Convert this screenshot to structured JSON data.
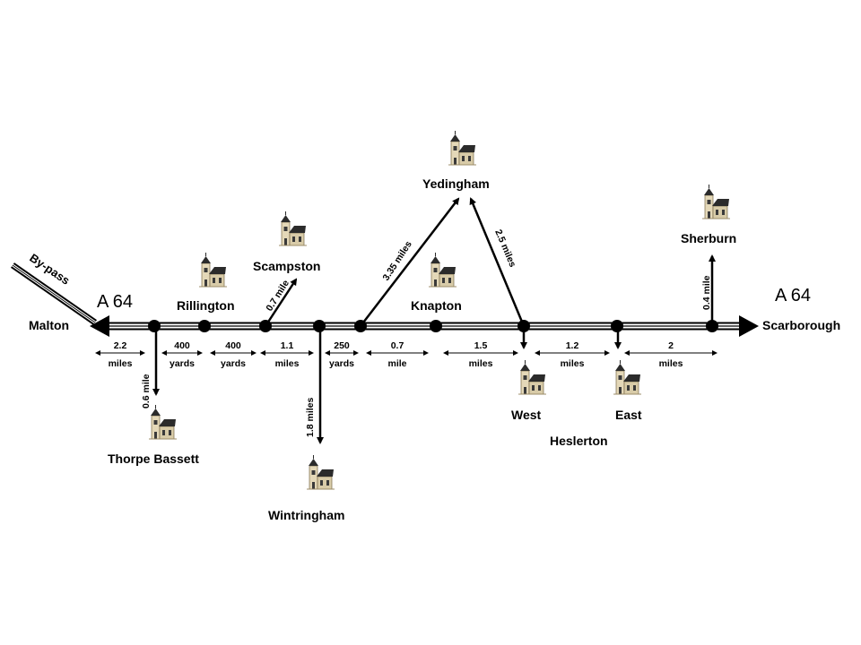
{
  "road": {
    "name_left": "A 64",
    "name_right": "A 64",
    "start": "Malton",
    "end": "Scarborough",
    "bypass": "By-pass"
  },
  "places": {
    "thorpe_bassett": "Thorpe Bassett",
    "rillington": "Rillington",
    "scampston": "Scampston",
    "wintringham": "Wintringham",
    "yedingham": "Yedingham",
    "knapton": "Knapton",
    "west": "West",
    "east": "East",
    "heslerton": "Heslerton",
    "sherburn": "Sherburn"
  },
  "segments": [
    {
      "value": "2.2",
      "unit": "miles"
    },
    {
      "value": "400",
      "unit": "yards"
    },
    {
      "value": "400",
      "unit": "yards"
    },
    {
      "value": "1.1",
      "unit": "miles"
    },
    {
      "value": "250",
      "unit": "yards"
    },
    {
      "value": "0.7",
      "unit": "mile"
    },
    {
      "value": "1.5",
      "unit": "miles"
    },
    {
      "value": "1.2",
      "unit": "miles"
    },
    {
      "value": "2",
      "unit": "miles"
    }
  ],
  "branches": {
    "thorpe_bassett": "0.6 mile",
    "scampston": "0.7 mile",
    "wintringham": "1.8 miles",
    "yedingham_left": "3.35 miles",
    "yedingham_right": "2.5 miles",
    "sherburn": "0.4 mile"
  },
  "colors": {
    "road": "#000000",
    "church_wall": "#e4d8b8",
    "church_roof": "#2b2b2b"
  },
  "icons": {
    "church": "church-icon"
  }
}
